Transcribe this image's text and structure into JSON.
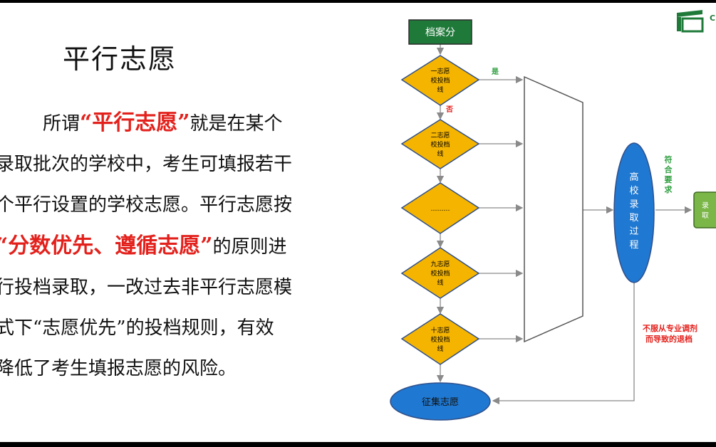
{
  "slide": {
    "title": "平行志愿",
    "paragraph": {
      "line1_pre": "所谓",
      "line1_red": "“平行志愿”",
      "line1_post": "就是在某个",
      "line2": "录取批次的学校中，考生可填报若干",
      "line3": "个平行设置的学校志愿。平行志愿按",
      "line4_red": "“分数优先、遵循志愿”",
      "line4_post": "的原则进",
      "line5": "行投档录取，一改过去非平行志愿模",
      "line6": "式下“志愿优先”的投档规则，有效",
      "line7": "降低了考生填报志愿的风险。"
    }
  },
  "flowchart": {
    "start": "档案分",
    "d1": [
      "一志愿",
      "校投档",
      "线"
    ],
    "d2": [
      "二志愿",
      "校投档",
      "线"
    ],
    "d3": "………",
    "d4": [
      "九志愿",
      "校投档",
      "线"
    ],
    "d5": [
      "十志愿",
      "校投档",
      "线"
    ],
    "yes_label": "是",
    "no_label": "否",
    "process": [
      "高",
      "校",
      "录",
      "取",
      "过",
      "程"
    ],
    "meet_req": [
      "符",
      "合",
      "要",
      "求"
    ],
    "admit": [
      "录",
      "取"
    ],
    "reject": [
      "不服从专业调剂",
      "而导致的退档"
    ],
    "collect": "征集志愿"
  },
  "colors": {
    "title_text": "#111111",
    "highlight_red": "#e3211c",
    "start_box": "#1f7a3a",
    "diamond": "#f5b400",
    "ellipse": "#1f78d1",
    "admit_box": "#7ab648",
    "green_label": "#2e9e3f",
    "line": "#8a8a8a"
  },
  "logo": {
    "icon": "book-logo-icon",
    "text": "C"
  }
}
